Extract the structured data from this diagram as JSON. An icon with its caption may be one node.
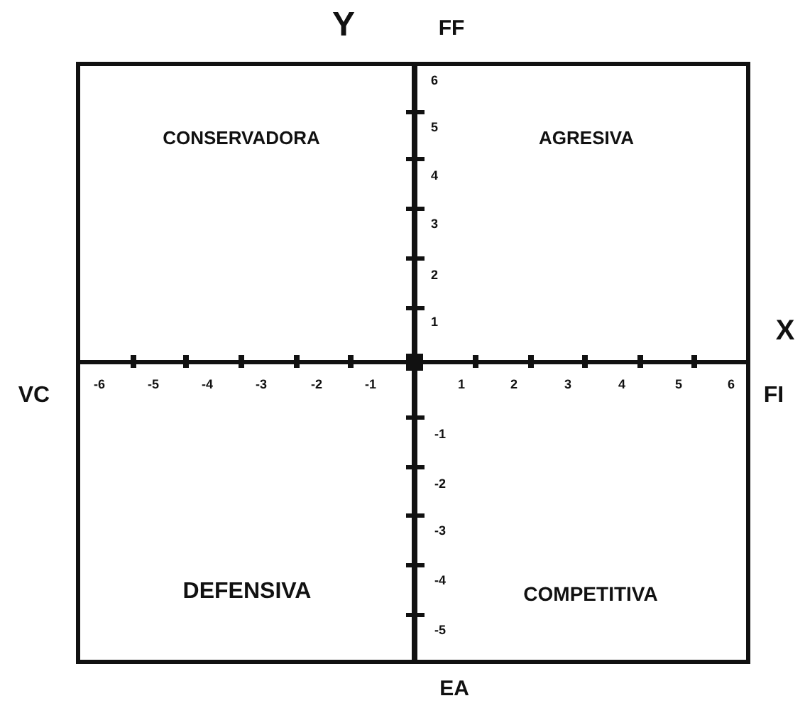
{
  "diagram": {
    "labels": [
      "Y",
      "FF",
      "6",
      "CONSERVADORA",
      "5",
      "AGRESIVA",
      "4",
      "3",
      "2",
      "1",
      "X",
      "VC",
      "-6",
      "-5",
      "-4",
      "-3",
      "-2",
      "-1",
      "1",
      "2",
      "3",
      "4",
      "5",
      "6",
      "FI",
      "-1",
      "-2",
      "-3",
      "-4",
      "DEFENSIVA",
      "COMPETITIVA",
      "-5",
      "EA"
    ]
  }
}
